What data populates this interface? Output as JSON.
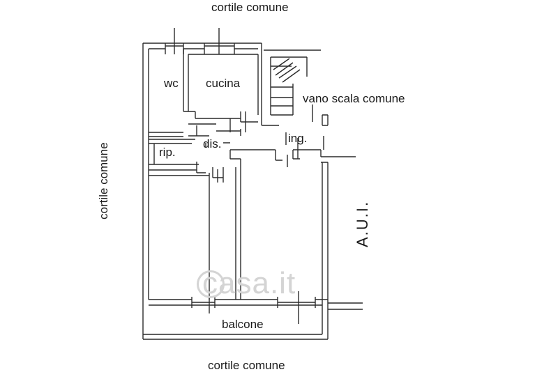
{
  "labels": {
    "courtyard_top": "cortile comune",
    "courtyard_bottom": "cortile comune",
    "courtyard_left": "cortile comune",
    "neighbor_unit": "A.U.I.",
    "wc": "wc",
    "kitchen": "cucina",
    "stairwell": "vano scala comune",
    "hallway": "dis.",
    "entrance": "ing.",
    "storage": "rip.",
    "balcony": "balcone"
  },
  "watermark": {
    "text": "casa.it",
    "color": "#d4d4d4"
  },
  "colors": {
    "wall": "#2a2a2a",
    "background": "#ffffff"
  }
}
